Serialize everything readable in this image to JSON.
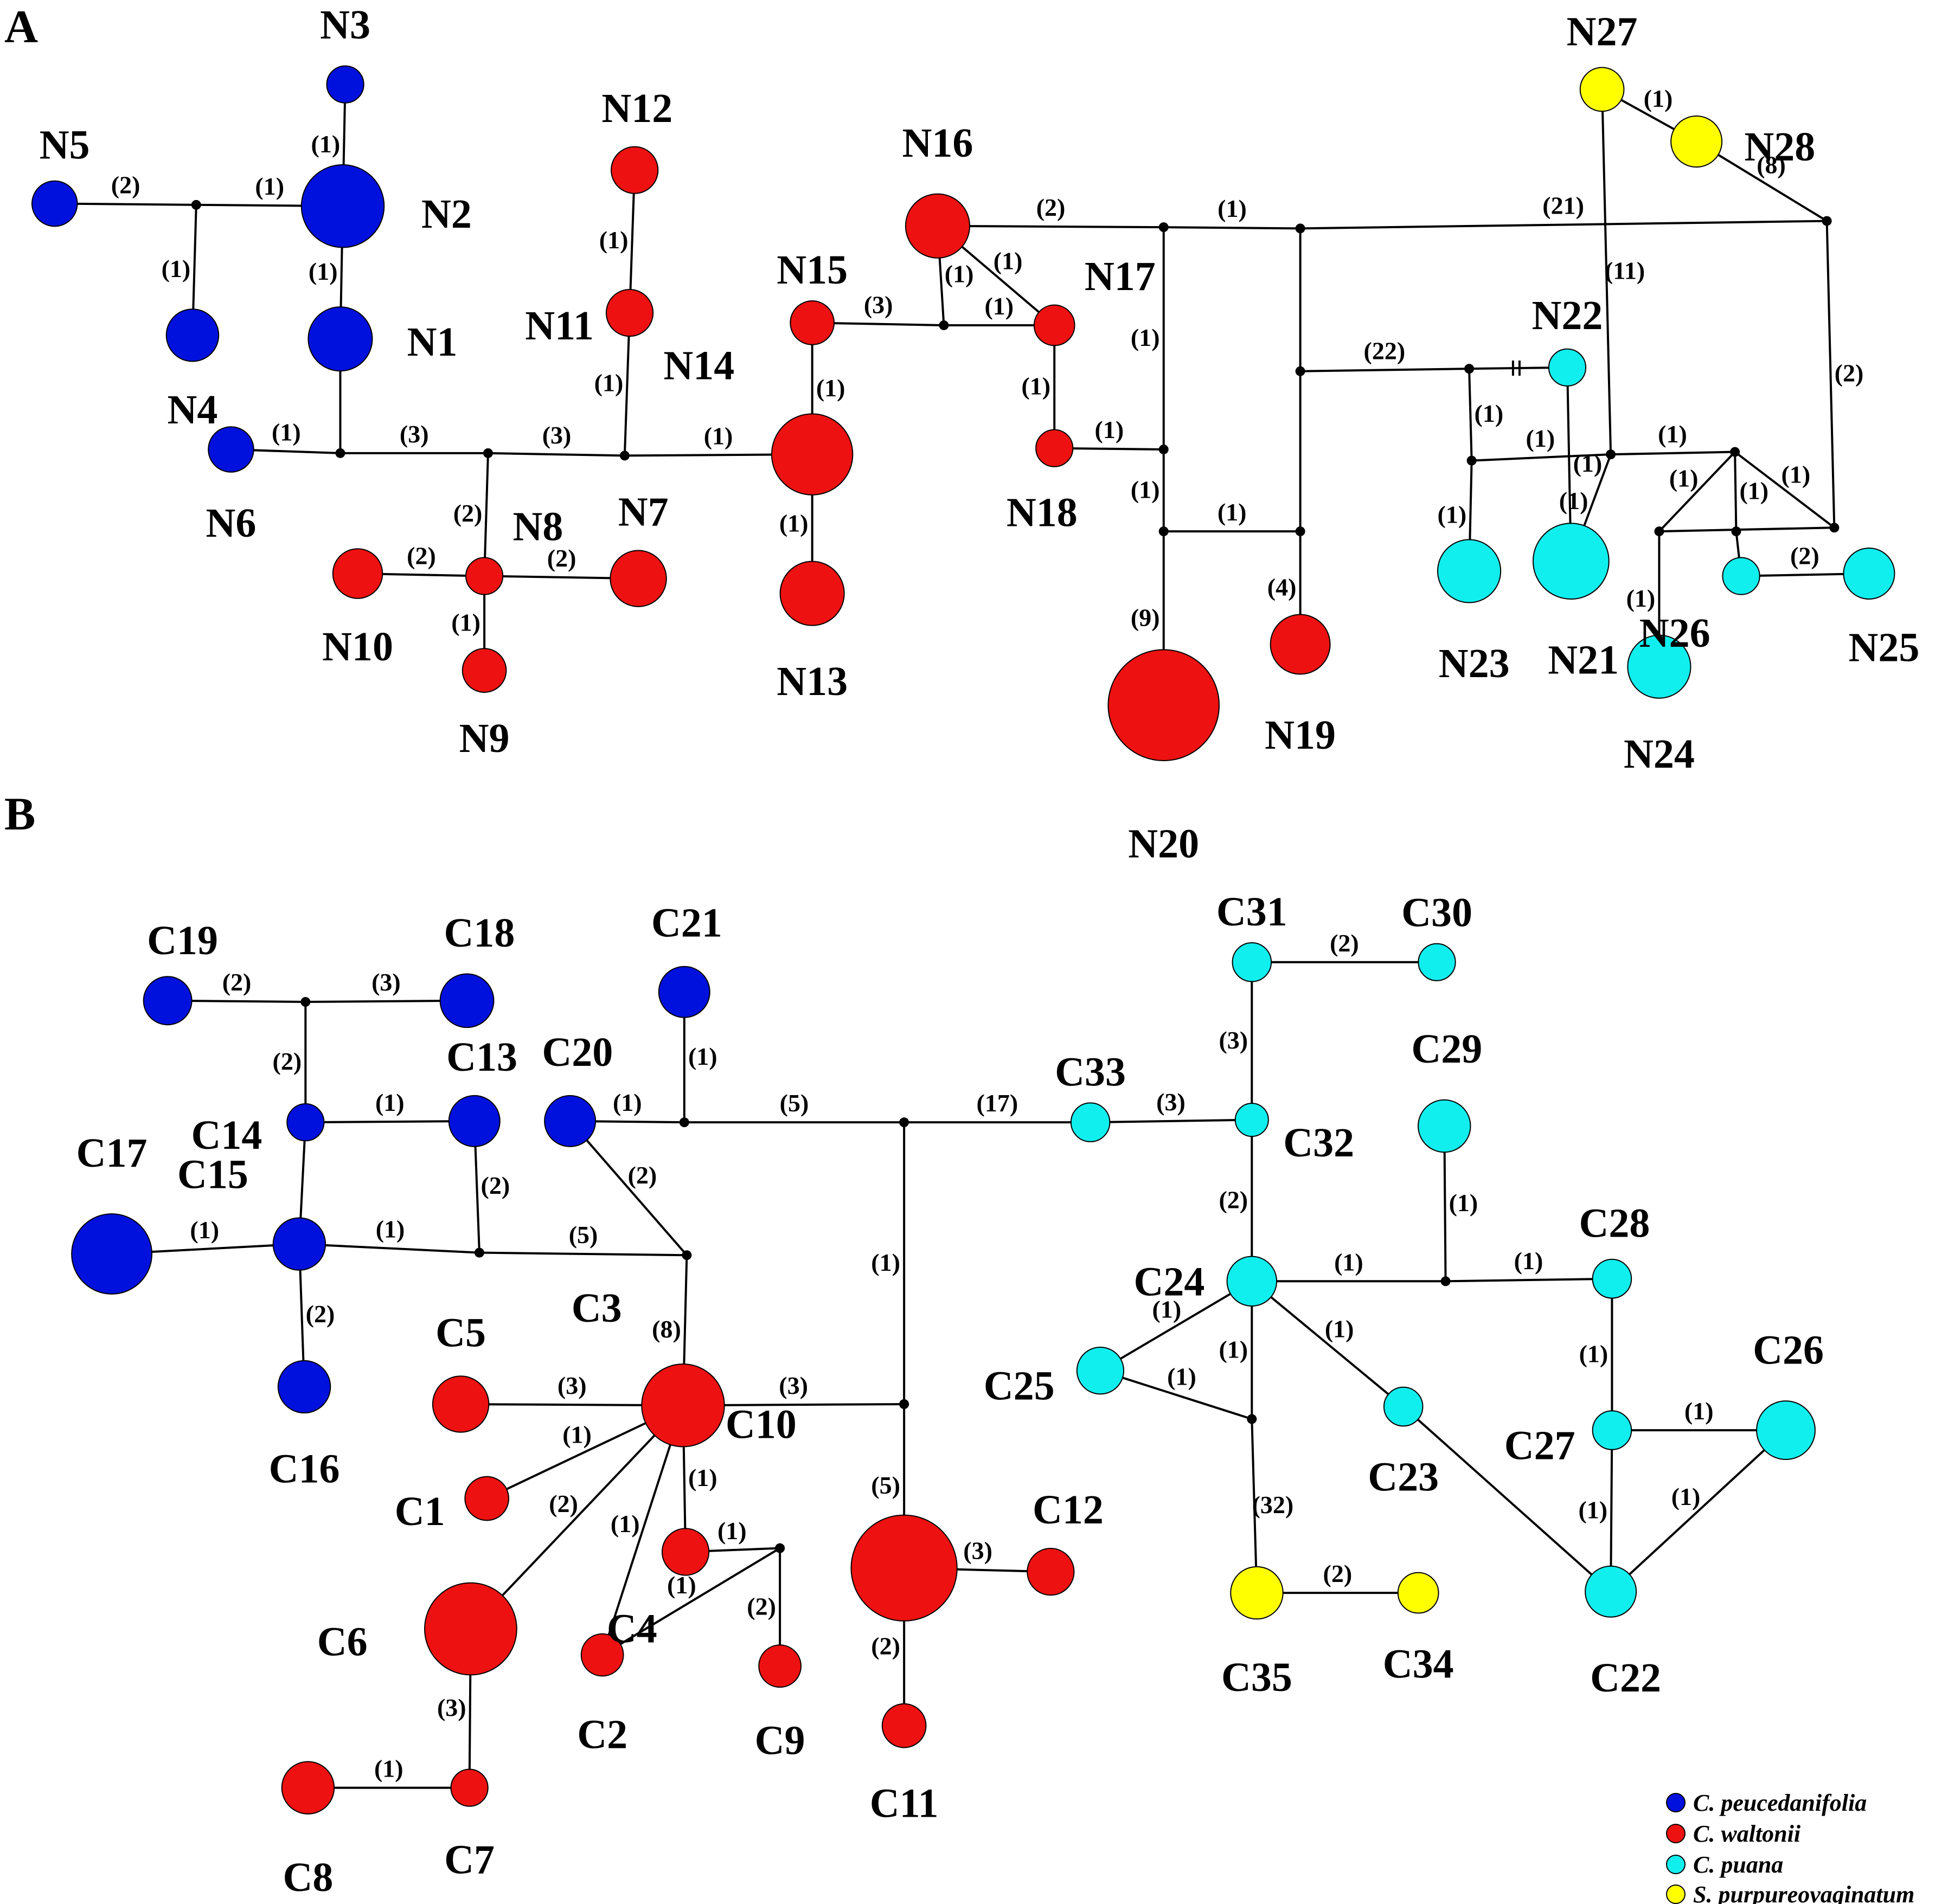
{
  "colors": {
    "C. peucedanifolia": "#0011dd",
    "C. waltonii": "#ee1111",
    "C. puana": "#11eeee",
    "S. purpureovaginatum": "#ffff00"
  },
  "legend": [
    {
      "label": "C. peucedanifolia",
      "species": "C. peucedanifolia"
    },
    {
      "label": "C. waltonii",
      "species": "C. waltonii"
    },
    {
      "label": "C. puana",
      "species": "C. puana"
    },
    {
      "label": "S. purpureovaginatum",
      "species": "S. purpureovaginatum"
    }
  ],
  "panels": [
    {
      "label": "A",
      "nodes": [
        {
          "id": "N1",
          "label": "N1",
          "species": "C. peucedanifolia",
          "size": 3
        },
        {
          "id": "N2",
          "label": "N2",
          "species": "C. peucedanifolia",
          "size": 5
        },
        {
          "id": "N3",
          "label": "N3",
          "species": "C. peucedanifolia",
          "size": 1
        },
        {
          "id": "N4",
          "label": "N4",
          "species": "C. peucedanifolia",
          "size": 2
        },
        {
          "id": "N5",
          "label": "N5",
          "species": "C. peucedanifolia",
          "size": 1.5
        },
        {
          "id": "N6",
          "label": "N6",
          "species": "C. peucedanifolia",
          "size": 1.5
        },
        {
          "id": "N7",
          "label": "N7",
          "species": "C. waltonii",
          "size": 2.3
        },
        {
          "id": "N8",
          "label": "N8",
          "species": "C. waltonii",
          "size": 1
        },
        {
          "id": "N9",
          "label": "N9",
          "species": "C. waltonii",
          "size": 1.4
        },
        {
          "id": "N10",
          "label": "N10",
          "species": "C. waltonii",
          "size": 1.8
        },
        {
          "id": "N11",
          "label": "N11",
          "species": "C. waltonii",
          "size": 1.6
        },
        {
          "id": "N12",
          "label": "N12",
          "species": "C. waltonii",
          "size": 1.6
        },
        {
          "id": "N13",
          "label": "N13",
          "species": "C. waltonii",
          "size": 3
        },
        {
          "id": "N14",
          "label": "N14",
          "species": "C. waltonii",
          "size": 4.8
        },
        {
          "id": "N15",
          "label": "N15",
          "species": "C. waltonii",
          "size": 1.4
        },
        {
          "id": "N16",
          "label": "N16",
          "species": "C. waltonii",
          "size": 3
        },
        {
          "id": "N17",
          "label": "N17",
          "species": "C. waltonii",
          "size": 1.2
        },
        {
          "id": "N18",
          "label": "N18",
          "species": "C. waltonii",
          "size": 1
        },
        {
          "id": "N19",
          "label": "N19",
          "species": "C. waltonii",
          "size": 2.6
        },
        {
          "id": "N20",
          "label": "N20",
          "species": "C. waltonii",
          "size": 9
        },
        {
          "id": "N21",
          "label": "N21",
          "species": "C. puana",
          "size": 4.2
        },
        {
          "id": "N22",
          "label": "N22",
          "species": "C. puana",
          "size": 1
        },
        {
          "id": "N23",
          "label": "N23",
          "species": "C. puana",
          "size": 2.9
        },
        {
          "id": "N24",
          "label": "N24",
          "species": "C. puana",
          "size": 2.9
        },
        {
          "id": "N25",
          "label": "N25",
          "species": "C. puana",
          "size": 1.9
        },
        {
          "id": "N26",
          "label": "N26",
          "species": "C. puana",
          "size": 1
        },
        {
          "id": "N27",
          "label": "N27",
          "species": "S. purpureovaginatum",
          "size": 1.4
        },
        {
          "id": "N28",
          "label": "N28",
          "species": "S. purpureovaginatum",
          "size": 1.9
        }
      ],
      "junctions": [
        "ja1",
        "ja2",
        "ja3",
        "ja4",
        "ja5",
        "ja6",
        "ja7",
        "ja8",
        "ja9",
        "ja10",
        "ja11",
        "ja12",
        "ja13",
        "ja14",
        "ja15",
        "ja16",
        "ja17",
        "ja18",
        "ja19"
      ],
      "edges": [
        {
          "from": "N5",
          "to": "ja1",
          "label": "(2)"
        },
        {
          "from": "ja1",
          "to": "N2",
          "label": "(1)"
        },
        {
          "from": "ja1",
          "to": "N4",
          "label": "(1)"
        },
        {
          "from": "N3",
          "to": "N2",
          "label": "(1)"
        },
        {
          "from": "N2",
          "to": "N1",
          "label": "(1)"
        },
        {
          "from": "N1",
          "to": "ja2",
          "label": ""
        },
        {
          "from": "N6",
          "to": "ja2",
          "label": "(1)"
        },
        {
          "from": "ja2",
          "to": "ja3",
          "label": "(3)"
        },
        {
          "from": "ja3",
          "to": "ja4",
          "label": "(3)"
        },
        {
          "from": "ja3",
          "to": "N8",
          "label": "(2)"
        },
        {
          "from": "N10",
          "to": "N8",
          "label": "(2)"
        },
        {
          "from": "N8",
          "to": "N7",
          "label": "(2)"
        },
        {
          "from": "N8",
          "to": "N9",
          "label": "(1)"
        },
        {
          "from": "ja4",
          "to": "N11",
          "label": "(1)"
        },
        {
          "from": "N11",
          "to": "N12",
          "label": "(1)"
        },
        {
          "from": "ja4",
          "to": "N14",
          "label": "(1)"
        },
        {
          "from": "N14",
          "to": "N13",
          "label": "(1)"
        },
        {
          "from": "N14",
          "to": "N15",
          "label": "(1)"
        },
        {
          "from": "N15",
          "to": "ja5",
          "label": "(3)"
        },
        {
          "from": "ja5",
          "to": "N17",
          "label": "(1)"
        },
        {
          "from": "ja5",
          "to": "N16",
          "label": "(1)"
        },
        {
          "from": "N16",
          "to": "N17",
          "label": "(1)"
        },
        {
          "from": "N17",
          "to": "N18",
          "label": "(1)"
        },
        {
          "from": "N18",
          "to": "ja7",
          "label": "(1)"
        },
        {
          "from": "N16",
          "to": "ja6",
          "label": "(2)"
        },
        {
          "from": "ja6",
          "to": "ja7",
          "label": "(1)"
        },
        {
          "from": "ja7",
          "to": "ja8",
          "label": "(1)"
        },
        {
          "from": "ja8",
          "to": "N20",
          "label": "(9)"
        },
        {
          "from": "ja8",
          "to": "ja10",
          "label": "(1)"
        },
        {
          "from": "ja6",
          "to": "ja9",
          "label": "(1)"
        },
        {
          "from": "ja9",
          "to": "ja11",
          "label": ""
        },
        {
          "from": "ja11",
          "to": "ja10",
          "label": ""
        },
        {
          "from": "ja10",
          "to": "N19",
          "label": "(4)"
        },
        {
          "from": "ja9",
          "to": "ja13",
          "label": "(21)"
        },
        {
          "from": "ja11",
          "to": "ja12",
          "label": "(22)"
        },
        {
          "from": "ja12",
          "to": "N22",
          "label": ""
        },
        {
          "from": "ja12",
          "to": "ja14",
          "label": "(1)"
        },
        {
          "from": "ja14",
          "to": "N23",
          "label": "(1)"
        },
        {
          "from": "ja14",
          "to": "ja15",
          "label": "(1)"
        },
        {
          "from": "N22",
          "to": "N21",
          "label": "(1)"
        },
        {
          "from": "ja15",
          "to": "N21",
          "label": "(1)"
        },
        {
          "from": "N27",
          "to": "ja15",
          "label": "(11)"
        },
        {
          "from": "N27",
          "to": "N28",
          "label": "(1)"
        },
        {
          "from": "N28",
          "to": "ja13",
          "label": "(8)"
        },
        {
          "from": "ja13",
          "to": "ja18",
          "label": "(2)"
        },
        {
          "from": "ja15",
          "to": "ja16",
          "label": "(1)"
        },
        {
          "from": "ja16",
          "to": "ja18",
          "label": "(1)"
        },
        {
          "from": "ja16",
          "to": "ja17",
          "label": "(1)"
        },
        {
          "from": "ja17",
          "to": "ja18",
          "label": ""
        },
        {
          "from": "ja16",
          "to": "ja19",
          "label": "(1)"
        },
        {
          "from": "ja17",
          "to": "N24",
          "label": "(1)"
        },
        {
          "from": "ja19",
          "to": "N26",
          "label": ""
        },
        {
          "from": "N26",
          "to": "N25",
          "label": "(2)"
        }
      ]
    },
    {
      "label": "B",
      "nodes": [
        {
          "id": "C1",
          "label": "C1",
          "species": "C. waltonii",
          "size": 1.4
        },
        {
          "id": "C2",
          "label": "C2",
          "species": "C. waltonii",
          "size": 1.3
        },
        {
          "id": "C3",
          "label": "C3",
          "species": "C. waltonii",
          "size": 5
        },
        {
          "id": "C4",
          "label": "C4",
          "species": "C. waltonii",
          "size": 1.6
        },
        {
          "id": "C5",
          "label": "C5",
          "species": "C. waltonii",
          "size": 2.3
        },
        {
          "id": "C6",
          "label": "C6",
          "species": "C. waltonii",
          "size": 6.2
        },
        {
          "id": "C7",
          "label": "C7",
          "species": "C. waltonii",
          "size": 1
        },
        {
          "id": "C8",
          "label": "C8",
          "species": "C. waltonii",
          "size": 2
        },
        {
          "id": "C9",
          "label": "C9",
          "species": "C. waltonii",
          "size": 1.3
        },
        {
          "id": "C10",
          "label": "C10",
          "species": "C. waltonii",
          "size": 8.2
        },
        {
          "id": "C11",
          "label": "C11",
          "species": "C. waltonii",
          "size": 1.4
        },
        {
          "id": "C12",
          "label": "C12",
          "species": "C. waltonii",
          "size": 1.6
        },
        {
          "id": "C13",
          "label": "C13",
          "species": "C. peucedanifolia",
          "size": 1.9
        },
        {
          "id": "C14",
          "label": "C14",
          "species": "C. peucedanifolia",
          "size": 1
        },
        {
          "id": "C15",
          "label": "C15",
          "species": "C. peucedanifolia",
          "size": 2
        },
        {
          "id": "C16",
          "label": "C16",
          "species": "C. peucedanifolia",
          "size": 2
        },
        {
          "id": "C17",
          "label": "C17",
          "species": "C. peucedanifolia",
          "size": 4.7
        },
        {
          "id": "C18",
          "label": "C18",
          "species": "C. peucedanifolia",
          "size": 2.1
        },
        {
          "id": "C19",
          "label": "C19",
          "species": "C. peucedanifolia",
          "size": 1.7
        },
        {
          "id": "C20",
          "label": "C20",
          "species": "C. peucedanifolia",
          "size": 1.9
        },
        {
          "id": "C21",
          "label": "C21",
          "species": "C. peucedanifolia",
          "size": 1.9
        },
        {
          "id": "C22",
          "label": "C22",
          "species": "C. puana",
          "size": 1.9
        },
        {
          "id": "C23",
          "label": "C23",
          "species": "C. puana",
          "size": 1.1
        },
        {
          "id": "C24",
          "label": "C24",
          "species": "C. puana",
          "size": 1.8
        },
        {
          "id": "C25",
          "label": "C25",
          "species": "C. puana",
          "size": 1.6
        },
        {
          "id": "C26",
          "label": "C26",
          "species": "C. puana",
          "size": 2.5
        },
        {
          "id": "C27",
          "label": "C27",
          "species": "C. puana",
          "size": 1.1
        },
        {
          "id": "C28",
          "label": "C28",
          "species": "C. puana",
          "size": 1.1
        },
        {
          "id": "C29",
          "label": "C29",
          "species": "C. puana",
          "size": 2
        },
        {
          "id": "C30",
          "label": "C30",
          "species": "C. puana",
          "size": 1
        },
        {
          "id": "C31",
          "label": "C31",
          "species": "C. puana",
          "size": 1.1
        },
        {
          "id": "C32",
          "label": "C32",
          "species": "C. puana",
          "size": 0.8
        },
        {
          "id": "C33",
          "label": "C33",
          "species": "C. puana",
          "size": 1.1
        },
        {
          "id": "C34",
          "label": "C34",
          "species": "S. purpureovaginatum",
          "size": 1.2
        },
        {
          "id": "C35",
          "label": "C35",
          "species": "S. purpureovaginatum",
          "size": 2
        }
      ],
      "junctions": [
        "jb1",
        "jb2",
        "jb3",
        "jb4",
        "jb5",
        "jb6",
        "jb7",
        "jb8",
        "jb9",
        "jb10"
      ],
      "edges": [
        {
          "from": "C19",
          "to": "jb1",
          "label": "(2)"
        },
        {
          "from": "jb1",
          "to": "C18",
          "label": "(3)"
        },
        {
          "from": "jb1",
          "to": "C14",
          "label": "(2)"
        },
        {
          "from": "C14",
          "to": "C13",
          "label": "(1)"
        },
        {
          "from": "C14",
          "to": "C15",
          "label": ""
        },
        {
          "from": "C17",
          "to": "C15",
          "label": "(1)"
        },
        {
          "from": "C15",
          "to": "C16",
          "label": "(2)"
        },
        {
          "from": "C15",
          "to": "jb2",
          "label": "(1)"
        },
        {
          "from": "C13",
          "to": "jb2",
          "label": "(2)"
        },
        {
          "from": "jb2",
          "to": "jb3",
          "label": "(5)"
        },
        {
          "from": "C20",
          "to": "jb3",
          "label": "(2)"
        },
        {
          "from": "C20",
          "to": "jb4",
          "label": "(1)"
        },
        {
          "from": "jb4",
          "to": "C21",
          "label": "(1)"
        },
        {
          "from": "jb4",
          "to": "jb5",
          "label": "(5)"
        },
        {
          "from": "jb5",
          "to": "C33",
          "label": "(17)"
        },
        {
          "from": "C33",
          "to": "C32",
          "label": "(3)"
        },
        {
          "from": "jb5",
          "to": "jb6",
          "label": "(1)"
        },
        {
          "from": "jb3",
          "to": "C3",
          "label": "(8)"
        },
        {
          "from": "C5",
          "to": "C3",
          "label": "(3)"
        },
        {
          "from": "C3",
          "to": "jb6",
          "label": "(3)"
        },
        {
          "from": "C3",
          "to": "C1",
          "label": "(1)"
        },
        {
          "from": "C3",
          "to": "C6",
          "label": "(2)"
        },
        {
          "from": "C3",
          "to": "C2",
          "label": "(1)"
        },
        {
          "from": "C3",
          "to": "C4",
          "label": "(1)"
        },
        {
          "from": "C4",
          "to": "jb7",
          "label": "(1)"
        },
        {
          "from": "jb7",
          "to": "C2",
          "label": "(1)"
        },
        {
          "from": "jb7",
          "to": "C9",
          "label": "(2)"
        },
        {
          "from": "C6",
          "to": "C7",
          "label": "(3)"
        },
        {
          "from": "C8",
          "to": "C7",
          "label": "(1)"
        },
        {
          "from": "jb6",
          "to": "C10",
          "label": "(5)"
        },
        {
          "from": "C10",
          "to": "C12",
          "label": "(3)"
        },
        {
          "from": "C10",
          "to": "C11",
          "label": "(2)"
        },
        {
          "from": "C31",
          "to": "C30",
          "label": "(2)"
        },
        {
          "from": "C31",
          "to": "C32",
          "label": "(3)"
        },
        {
          "from": "C32",
          "to": "C24",
          "label": "(2)"
        },
        {
          "from": "C24",
          "to": "jb8",
          "label": "(1)"
        },
        {
          "from": "jb8",
          "to": "C29",
          "label": "(1)"
        },
        {
          "from": "jb8",
          "to": "C28",
          "label": "(1)"
        },
        {
          "from": "C24",
          "to": "C25",
          "label": "(1)"
        },
        {
          "from": "C25",
          "to": "jb9",
          "label": "(1)"
        },
        {
          "from": "C24",
          "to": "jb9",
          "label": "(1)"
        },
        {
          "from": "jb9",
          "to": "C35",
          "label": "(32)"
        },
        {
          "from": "C35",
          "to": "C34",
          "label": "(2)"
        },
        {
          "from": "C24",
          "to": "C23",
          "label": "(1)"
        },
        {
          "from": "C23",
          "to": "C22",
          "label": ""
        },
        {
          "from": "C28",
          "to": "C27",
          "label": "(1)"
        },
        {
          "from": "C27",
          "to": "C26",
          "label": "(1)"
        },
        {
          "from": "C27",
          "to": "C22",
          "label": "(1)"
        },
        {
          "from": "C26",
          "to": "C22",
          "label": "(1)"
        }
      ]
    }
  ]
}
